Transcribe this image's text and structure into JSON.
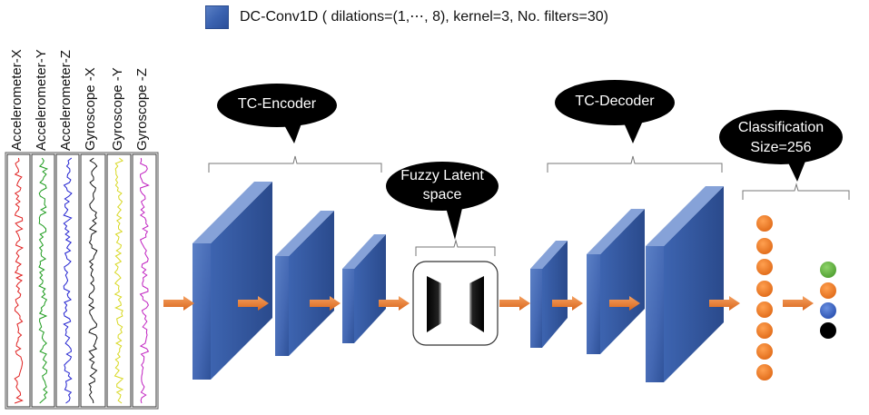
{
  "legend": {
    "label": "DC-Conv1D ( dilations=(1,⋯, 8), kernel=3, No. filters=30)",
    "color": "#3a62b0"
  },
  "sensors": [
    {
      "name": "Accelerometer-X",
      "color": "#e02020"
    },
    {
      "name": "Accelerometer-Y",
      "color": "#1a9a1a"
    },
    {
      "name": "Accelerometer-Z",
      "color": "#2020d0"
    },
    {
      "name": "Gyroscope -X",
      "color": "#111111"
    },
    {
      "name": "Gyroscope -Y",
      "color": "#d8d820"
    },
    {
      "name": "Gyroscope -Z",
      "color": "#c020c0"
    }
  ],
  "encoder": {
    "label": "TC-Encoder"
  },
  "latent": {
    "line1": "Fuzzy Latent",
    "line2": "space"
  },
  "decoder": {
    "label": "TC-Decoder"
  },
  "classification": {
    "line1": "Classification",
    "line2": "Size=256"
  },
  "colors": {
    "block_front": "#4a6fb8",
    "block_top": "#7a98d2",
    "block_side": "#2e4f94",
    "arrow": "#e8782a",
    "node": "#f07d22",
    "output_green": "#6cb84a",
    "output_orange": "#f07d22",
    "output_blue": "#3a62c0",
    "output_black": "#000000"
  }
}
